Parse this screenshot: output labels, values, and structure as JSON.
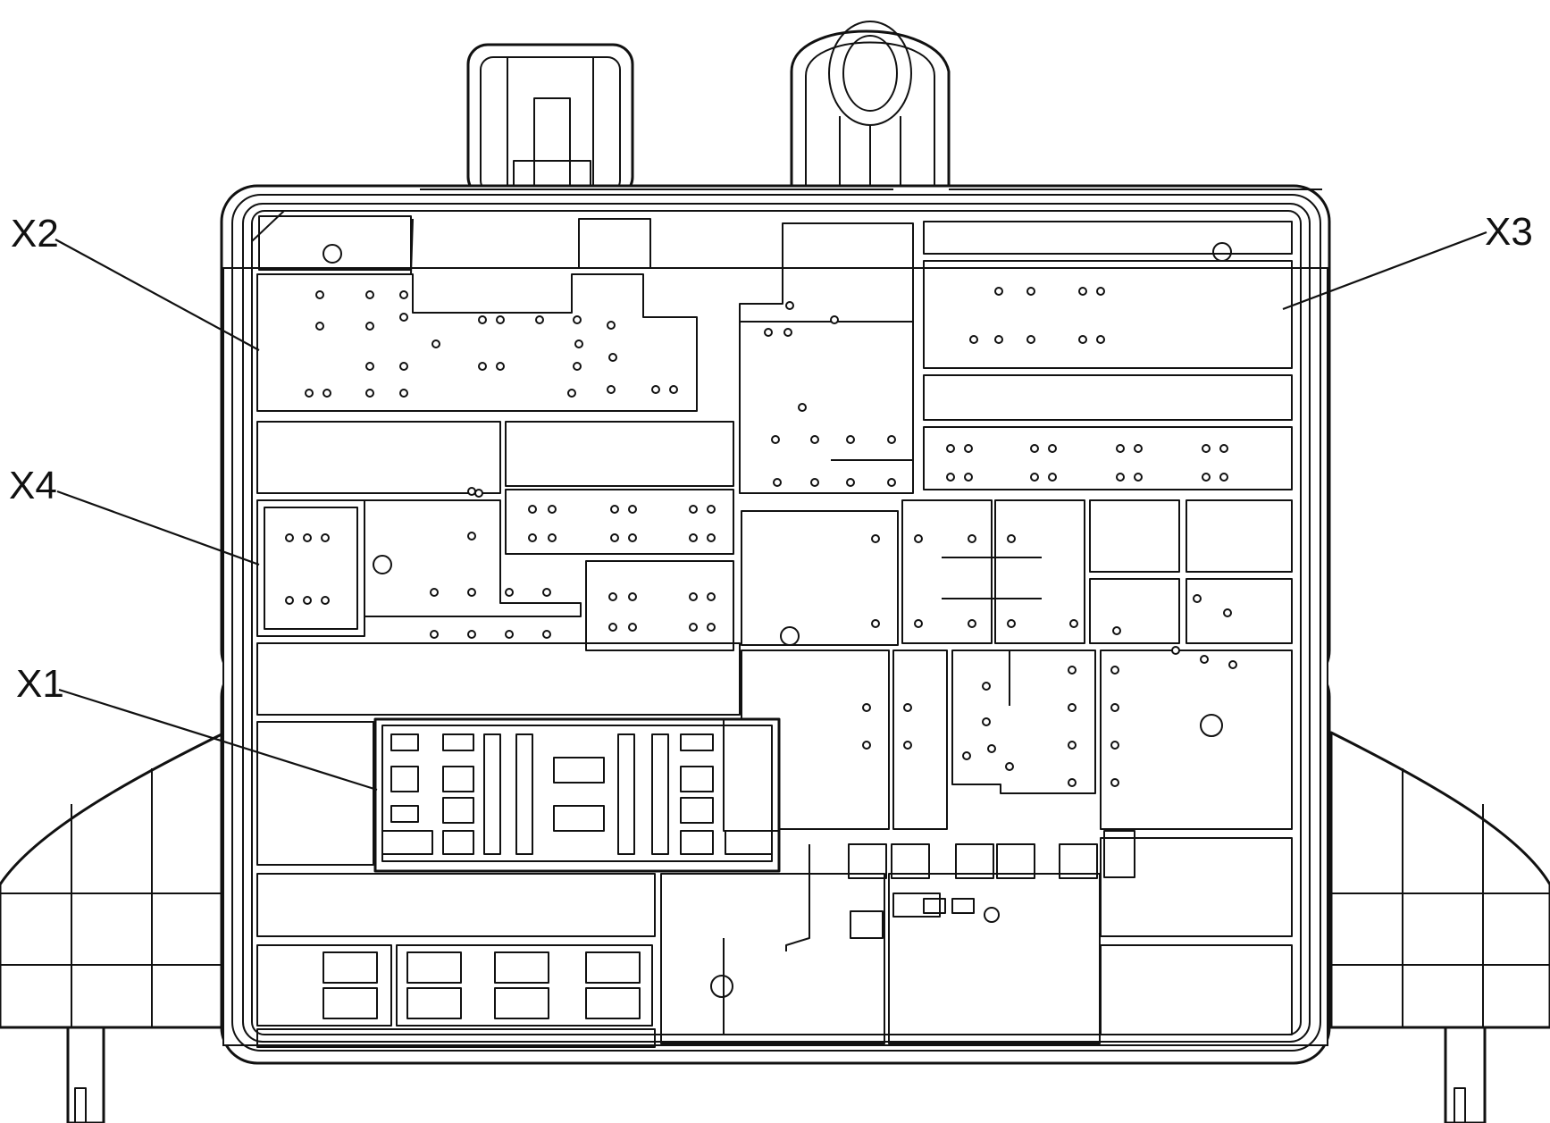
{
  "diagram": {
    "labels": [
      {
        "id": "x2",
        "text": "X2"
      },
      {
        "id": "x3",
        "text": "X3"
      },
      {
        "id": "x4",
        "text": "X4"
      },
      {
        "id": "x1",
        "text": "X1"
      }
    ]
  },
  "colors": {
    "line": "#111111",
    "background": "#ffffff"
  }
}
